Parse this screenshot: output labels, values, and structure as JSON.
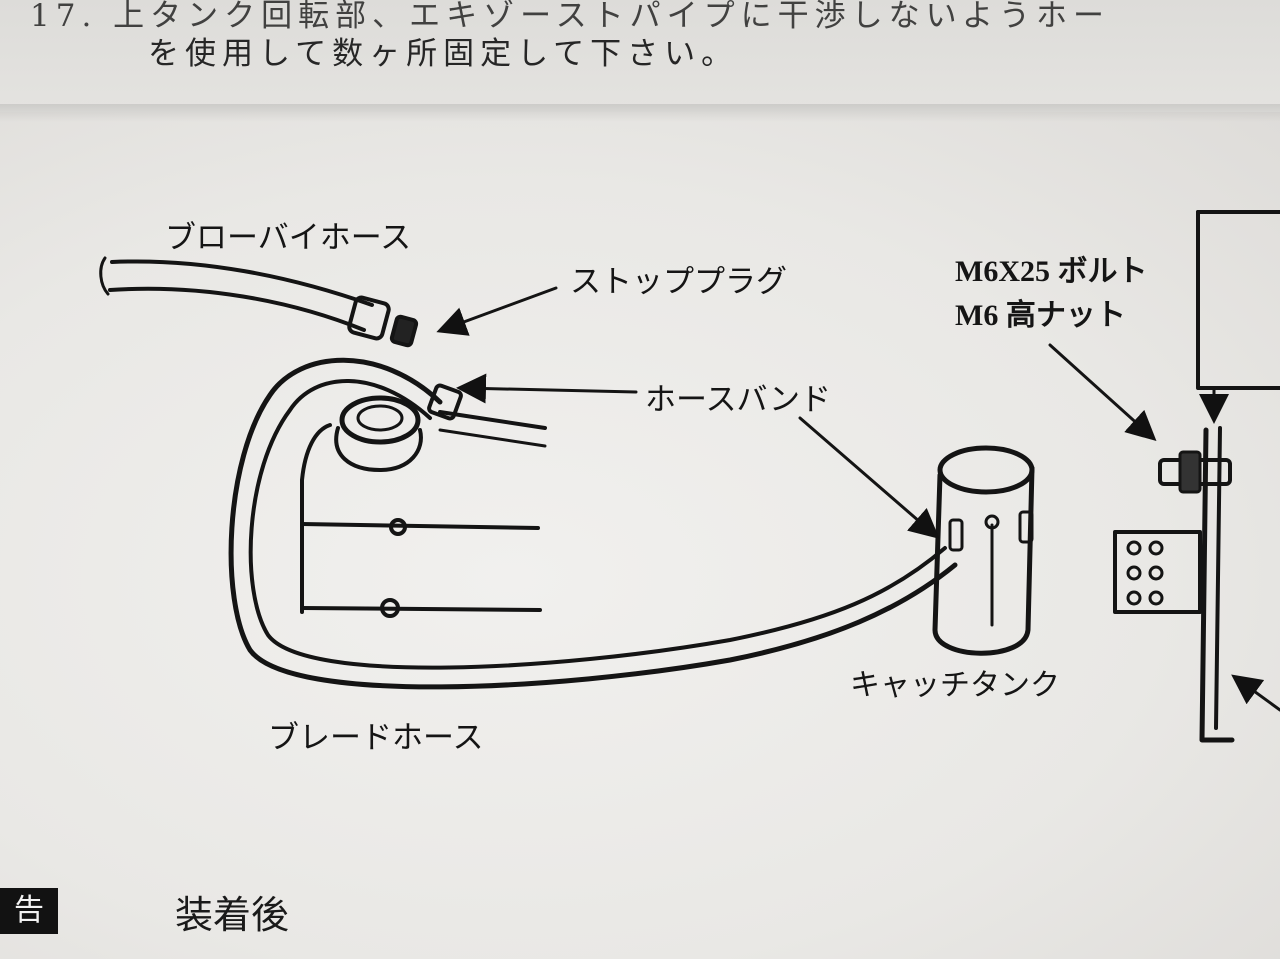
{
  "instructions": {
    "line1": "17. 上タンク回転部、エキゾーストパイプに干渉しないようホー",
    "line2": "を使用して数ヶ所固定して下さい。"
  },
  "labels": {
    "blowby_hose": "ブローバイホース",
    "stop_plug": "ストッププラグ",
    "hose_band": "ホースバンド",
    "bolt": "M6X25 ボルト",
    "nut": "M6 高ナット",
    "catch_tank": "キャッチタンク",
    "braided_hose": "ブレードホース"
  },
  "section": {
    "tag": "告",
    "title": "装着後"
  }
}
